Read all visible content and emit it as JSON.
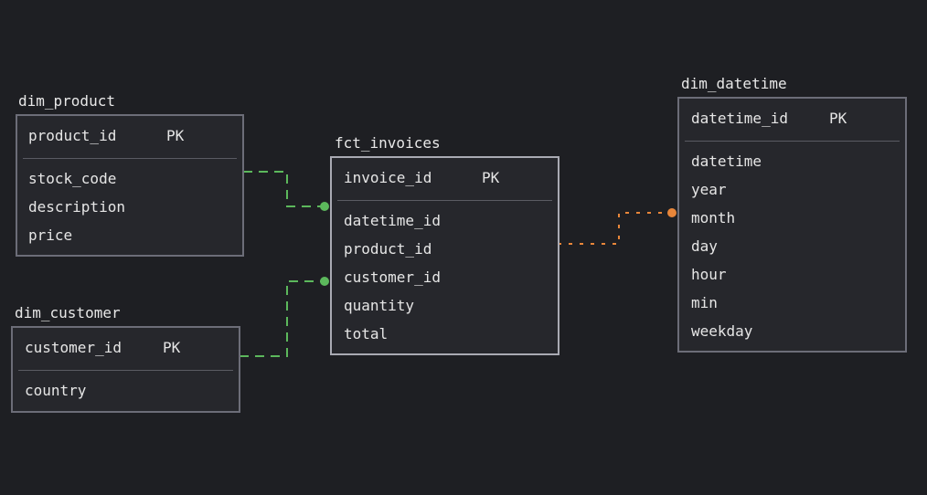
{
  "tables": {
    "dim_product": {
      "name": "dim_product",
      "pk": {
        "column": "product_id",
        "badge": "PK"
      },
      "columns": [
        "stock_code",
        "description",
        "price"
      ]
    },
    "dim_customer": {
      "name": "dim_customer",
      "pk": {
        "column": "customer_id",
        "badge": "PK"
      },
      "columns": [
        "country"
      ]
    },
    "fct_invoices": {
      "name": "fct_invoices",
      "pk": {
        "column": "invoice_id",
        "badge": "PK"
      },
      "columns": [
        "datetime_id",
        "product_id",
        "customer_id",
        "quantity",
        "total"
      ]
    },
    "dim_datetime": {
      "name": "dim_datetime",
      "pk": {
        "column": "datetime_id",
        "badge": "PK"
      },
      "columns": [
        "datetime",
        "year",
        "month",
        "day",
        "hour",
        "min",
        "weekday"
      ]
    }
  },
  "relations": [
    {
      "from": "dim_product.product_id",
      "to": "fct_invoices.product_id",
      "color": "#5cb85c",
      "style": "dashed"
    },
    {
      "from": "dim_customer.customer_id",
      "to": "fct_invoices.customer_id",
      "color": "#5cb85c",
      "style": "dashed"
    },
    {
      "from": "dim_datetime.datetime_id",
      "to": "fct_invoices.datetime_id",
      "color": "#e8863a",
      "style": "dotted"
    }
  ],
  "colors": {
    "background": "#1e1f23",
    "table_fill": "#26272c",
    "table_border": "#6c6d78",
    "table_border_active": "#a9aab3",
    "text": "#e6e6e6",
    "green_link": "#5cb85c",
    "orange_link": "#e8863a"
  }
}
